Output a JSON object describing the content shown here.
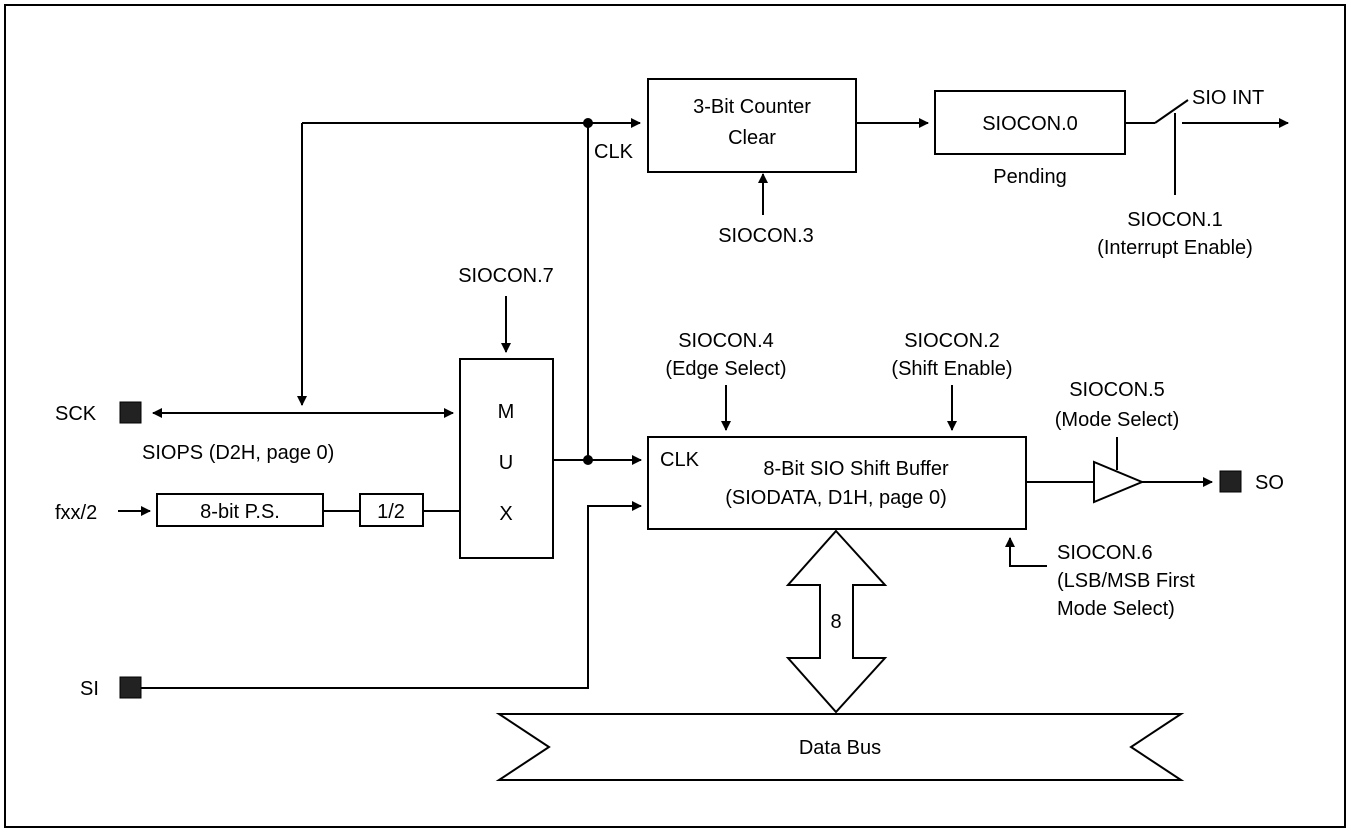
{
  "blocks": {
    "counter": [
      "3-Bit Counter",
      "Clear"
    ],
    "siocon0": "SIOCON.0",
    "pending": "Pending",
    "mux": [
      "M",
      "U",
      "X"
    ],
    "prescaler": "8-bit P.S.",
    "divider": "1/2",
    "shift_buffer": [
      "8-Bit SIO Shift Buffer",
      "(SIODATA, D1H, page 0)"
    ],
    "data_bus": "Data Bus",
    "bus_width": "8"
  },
  "labels": {
    "clk": "CLK",
    "sio_int": "SIO INT",
    "siocon3": "SIOCON.3",
    "siocon1": [
      "SIOCON.1",
      "(Interrupt Enable)"
    ],
    "siocon7": "SIOCON.7",
    "siocon4": [
      "SIOCON.4",
      "(Edge Select)"
    ],
    "siocon2": [
      "SIOCON.2",
      "(Shift Enable)"
    ],
    "siocon5": [
      "SIOCON.5",
      "(Mode Select)"
    ],
    "siocon6": [
      "SIOCON.6",
      "(LSB/MSB First",
      "Mode Select)"
    ],
    "siops": "SIOPS (D2H, page 0)",
    "fxx": "fxx/2"
  },
  "pins": {
    "sck": "SCK",
    "si": "SI",
    "so": "SO"
  }
}
